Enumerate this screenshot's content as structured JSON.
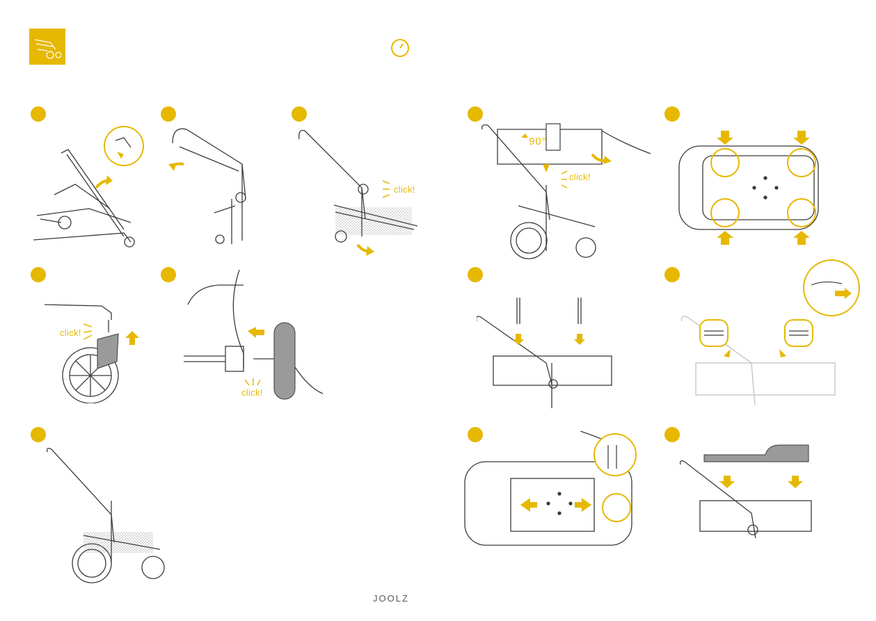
{
  "labels": {
    "click": "click!",
    "degrees": "90°"
  },
  "footer": {
    "brand": "JOOLZ"
  },
  "colors": {
    "accent": "#e6b800",
    "line": "#3a3a3a",
    "grey": "#9a9a9a"
  },
  "icons": {
    "header_badge": "stroller-assembly-icon",
    "timer": "clock-icon"
  }
}
